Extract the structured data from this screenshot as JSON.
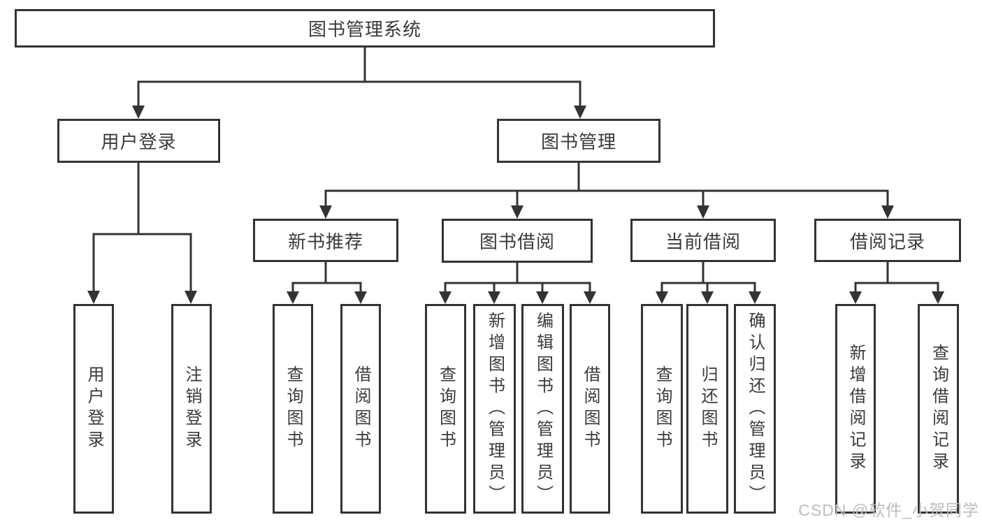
{
  "diagram": {
    "title": "图书管理系统",
    "root": {
      "label": "图书管理系统"
    },
    "branches": [
      {
        "label": "用户登录",
        "children": [
          {
            "label": "用户登录"
          },
          {
            "label": "注销登录"
          }
        ]
      },
      {
        "label": "图书管理",
        "children": [
          {
            "label": "新书推荐",
            "children": [
              {
                "label": "查询图书"
              },
              {
                "label": "借阅图书"
              }
            ]
          },
          {
            "label": "图书借阅",
            "children": [
              {
                "label": "查询图书"
              },
              {
                "label": "新增图书（管理员）"
              },
              {
                "label": "编辑图书（管理员）"
              },
              {
                "label": "借阅图书"
              }
            ]
          },
          {
            "label": "当前借阅",
            "children": [
              {
                "label": "查询图书"
              },
              {
                "label": "归还图书"
              },
              {
                "label": "确认归还（管理员）"
              }
            ]
          },
          {
            "label": "借阅记录",
            "children": [
              {
                "label": "新增借阅记录"
              },
              {
                "label": "查询借阅记录"
              }
            ]
          }
        ]
      }
    ]
  },
  "watermark": {
    "text": "CSDN @软件_小贺同学"
  },
  "colors": {
    "line": "#333333",
    "text": "#3a3a3a",
    "watermark": "#bcbcbc",
    "background": "#ffffff"
  }
}
